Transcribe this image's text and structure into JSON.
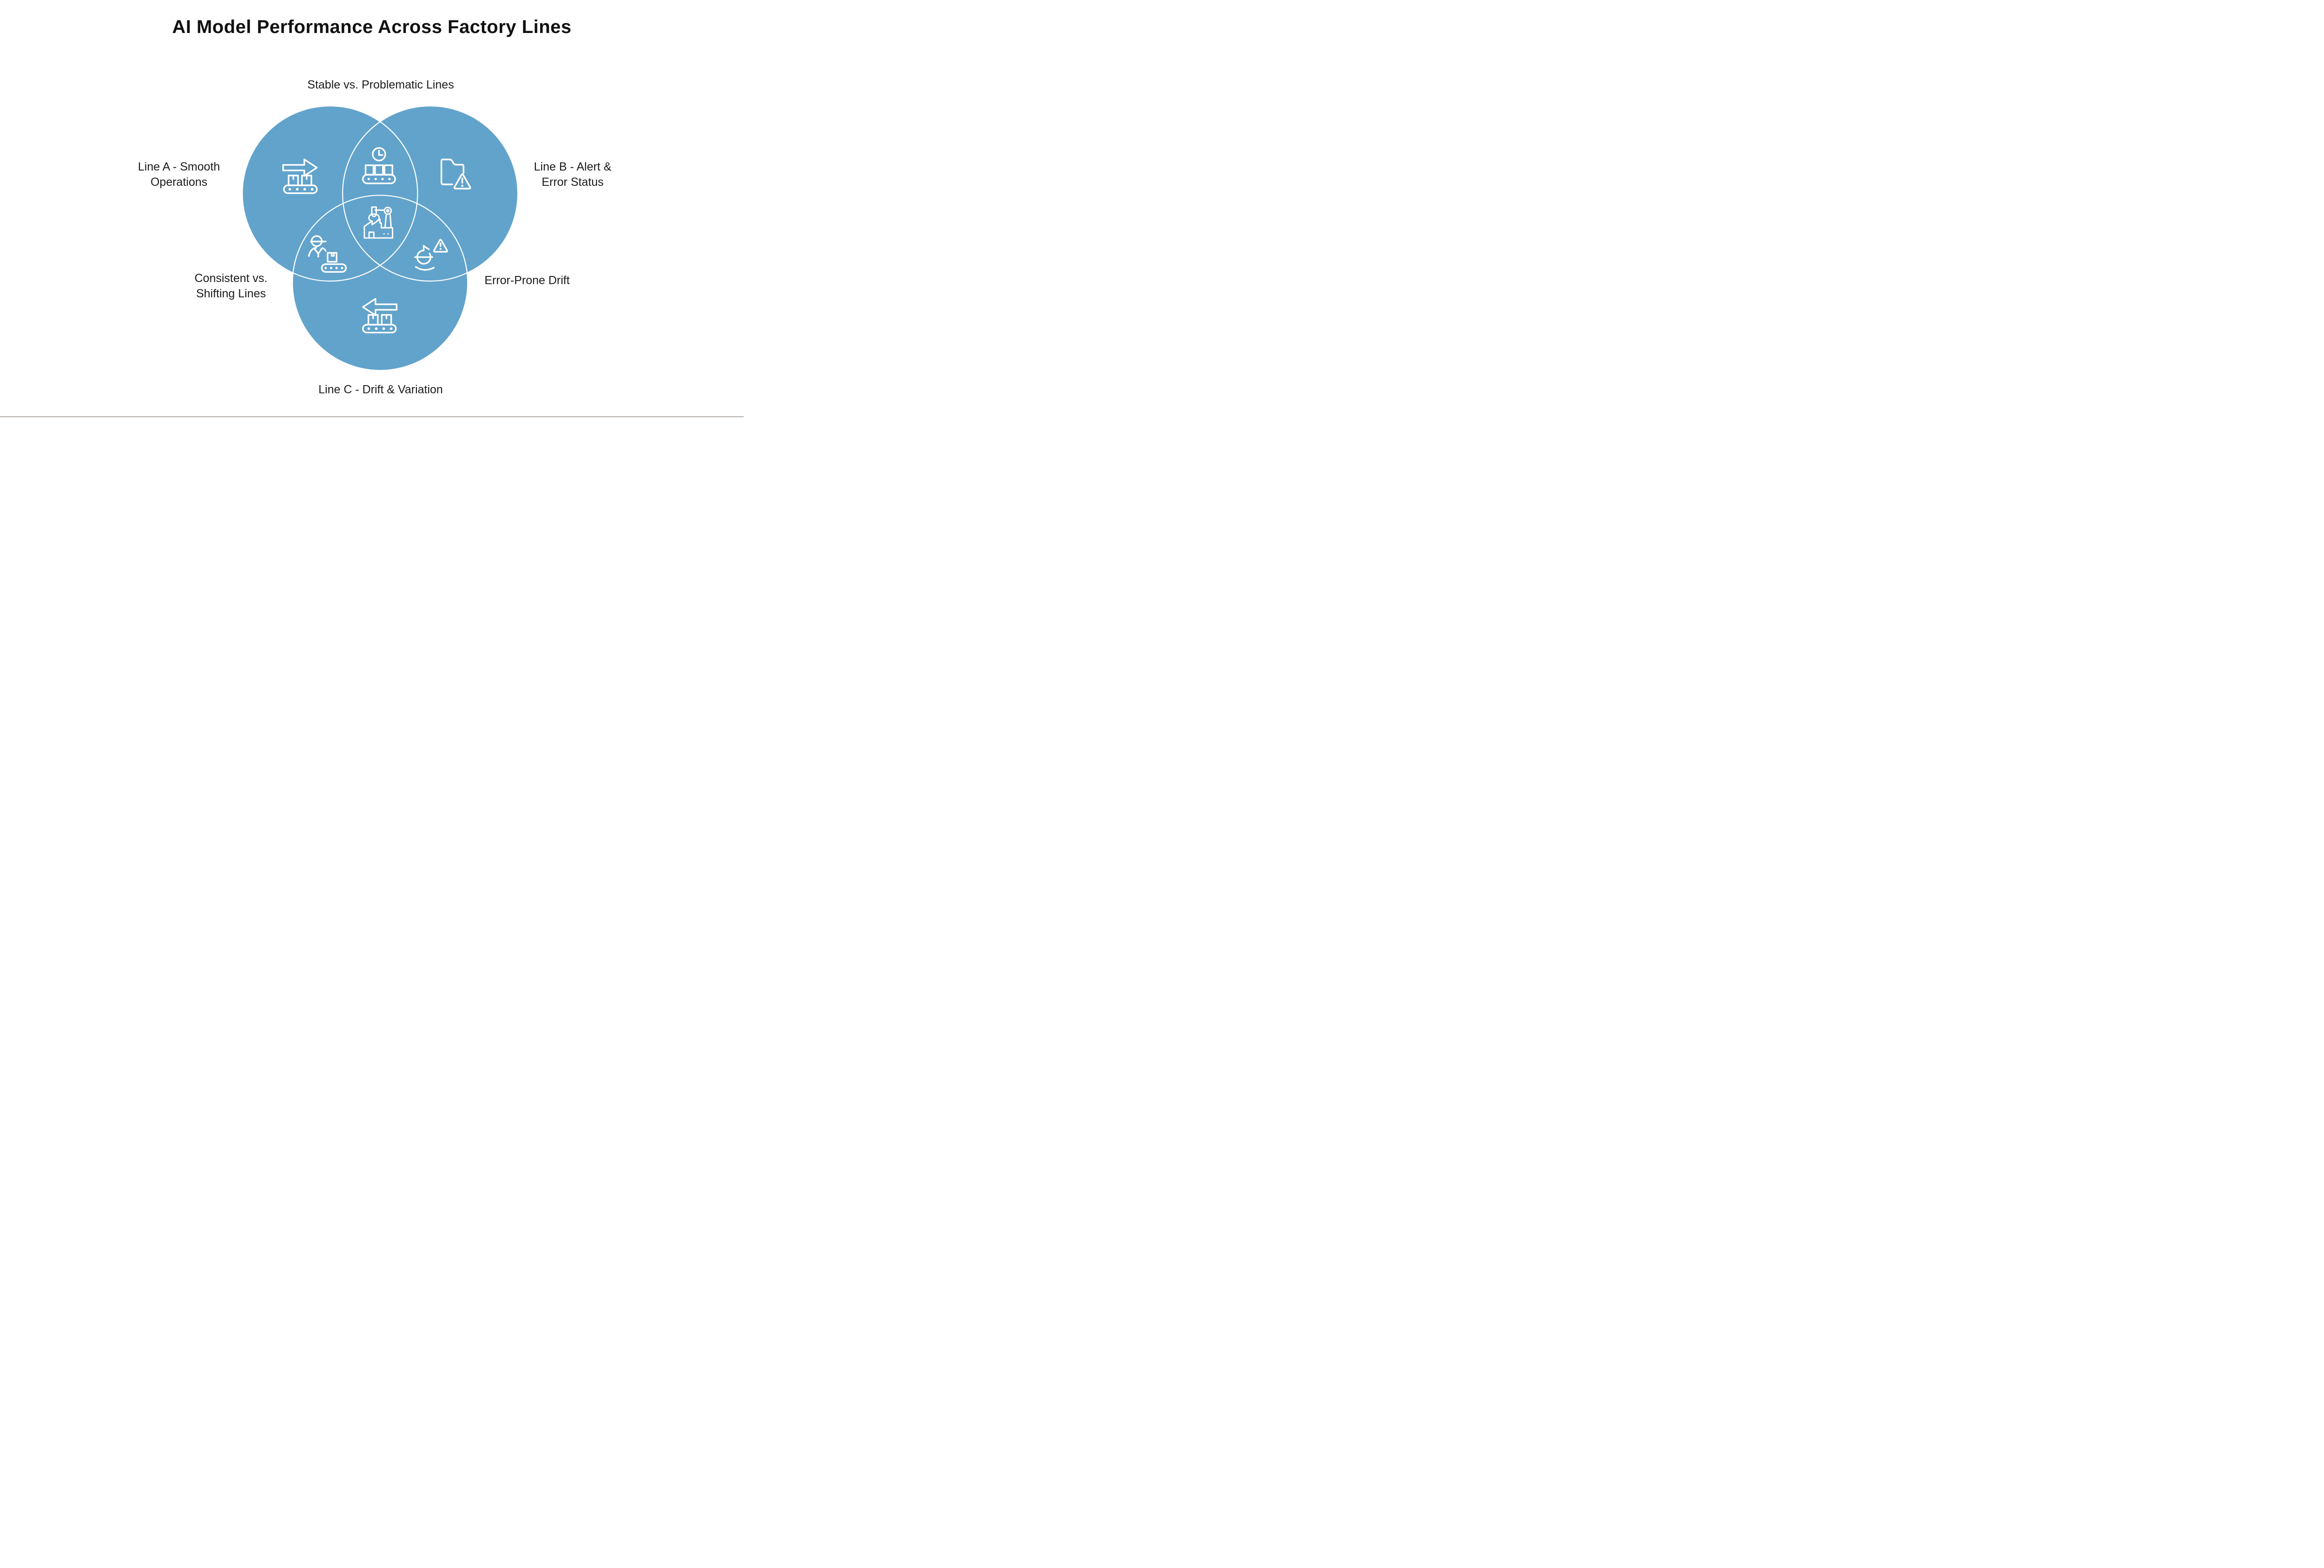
{
  "title": "AI Model Performance Across Factory Lines",
  "venn": {
    "type": "venn-3-circle",
    "regions": [
      {
        "region": "a-b-overlap",
        "label": "Stable vs. Problematic Lines",
        "icon": "clock-conveyor-icon"
      },
      {
        "region": "circle-a",
        "label": "Line A - Smooth Operations",
        "icon": "arrow-right-conveyor-icon"
      },
      {
        "region": "circle-b",
        "label": "Line B - Alert & Error Status",
        "icon": "folder-warning-icon"
      },
      {
        "region": "a-c-overlap",
        "label": "Consistent vs. Shifting Lines",
        "icon": "worker-conveyor-icon"
      },
      {
        "region": "b-c-overlap",
        "label": "Error-Prone Drift",
        "icon": "rotation-warning-icon"
      },
      {
        "region": "circle-c",
        "label": "Line C - Drift & Variation",
        "icon": "arrow-left-conveyor-icon"
      },
      {
        "region": "a-b-c-center",
        "label": "",
        "icon": "factory-robot-arm-icon"
      }
    ],
    "colors": {
      "circle_fill": "#62a3cb",
      "circle_outline": "#ffffff",
      "icon_stroke": "#ffffff",
      "label_text": "#1b1b1b",
      "title_text": "#111111",
      "bottom_rule": "#b3afab"
    }
  }
}
